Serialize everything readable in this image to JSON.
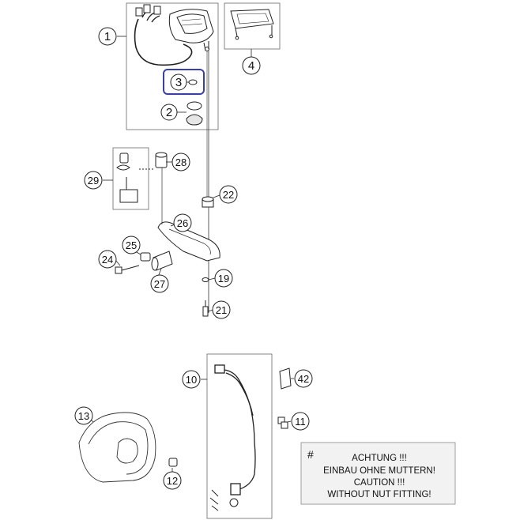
{
  "callouts": [
    {
      "id": "1",
      "label": "1"
    },
    {
      "id": "2",
      "label": "2"
    },
    {
      "id": "3",
      "label": "3"
    },
    {
      "id": "4",
      "label": "4"
    },
    {
      "id": "10",
      "label": "10"
    },
    {
      "id": "11",
      "label": "11"
    },
    {
      "id": "12",
      "label": "12"
    },
    {
      "id": "13",
      "label": "13"
    },
    {
      "id": "19",
      "label": "19"
    },
    {
      "id": "21",
      "label": "21"
    },
    {
      "id": "22",
      "label": "22"
    },
    {
      "id": "24",
      "label": "24"
    },
    {
      "id": "25",
      "label": "25"
    },
    {
      "id": "26",
      "label": "26"
    },
    {
      "id": "27",
      "label": "27"
    },
    {
      "id": "28",
      "label": "28"
    },
    {
      "id": "29",
      "label": "29"
    },
    {
      "id": "42",
      "label": "42"
    }
  ],
  "note": {
    "symbol": "#",
    "lines": [
      "ACHTUNG !!!",
      "EINBAU OHNE MUTTERN!",
      "CAUTION !!!",
      "WITHOUT NUT FITTING!"
    ]
  },
  "highlight_color": "#3a3fa8"
}
